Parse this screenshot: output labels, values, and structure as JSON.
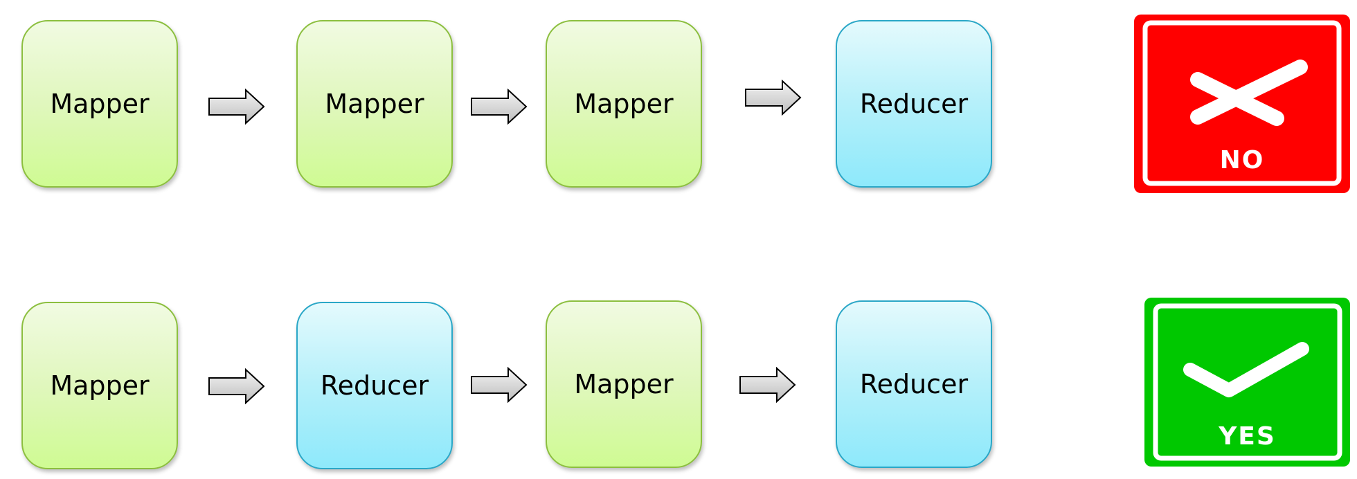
{
  "rows": [
    {
      "nodes": [
        {
          "label": "Mapper",
          "kind": "mapper"
        },
        {
          "label": "Mapper",
          "kind": "mapper"
        },
        {
          "label": "Mapper",
          "kind": "mapper"
        },
        {
          "label": "Reducer",
          "kind": "reducer"
        }
      ],
      "verdict": {
        "label": "NO",
        "color": "#ff0000",
        "icon": "x-icon"
      }
    },
    {
      "nodes": [
        {
          "label": "Mapper",
          "kind": "mapper"
        },
        {
          "label": "Reducer",
          "kind": "reducer"
        },
        {
          "label": "Mapper",
          "kind": "mapper"
        },
        {
          "label": "Reducer",
          "kind": "reducer"
        }
      ],
      "verdict": {
        "label": "YES",
        "color": "#00c800",
        "icon": "check-icon"
      }
    }
  ],
  "colors": {
    "mapper_fill": "#d8f8a8",
    "mapper_border": "#8cbf3f",
    "reducer_fill": "#a8eef9",
    "reducer_border": "#2aa7c7",
    "arrow_fill": "#d6d6d6"
  }
}
